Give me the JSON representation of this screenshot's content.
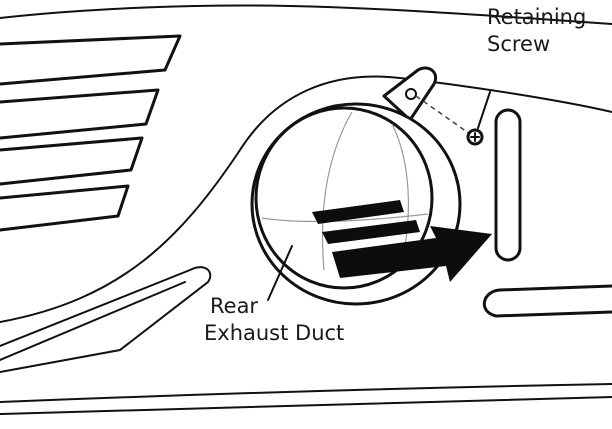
{
  "labels": {
    "retaining_screw": [
      "Retaining",
      "Screw"
    ],
    "rear_exhaust_duct": [
      "Rear",
      "Exhaust Duct"
    ]
  },
  "colors": {
    "ink": "#111111",
    "background": "#ffffff",
    "arrow": "#0d0d0d"
  }
}
